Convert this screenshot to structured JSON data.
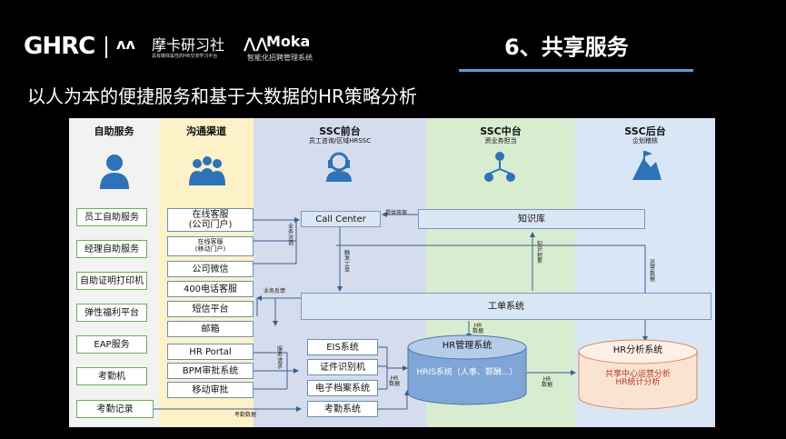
{
  "header": {
    "logo_ghrc": "GHRC",
    "mk_icon": "ʌʌ",
    "mk_name": "摩卡研习社",
    "mk_sub": "具有媒体属性的HR交流学习平台",
    "moka_icon": "⋀⋀",
    "moka_name": "Moka",
    "moka_sub": "智能化招聘管理系统",
    "section_title": "6、共享服务",
    "subtitle": "以人为本的便捷服务和基于大数据的HR策略分析"
  },
  "columns": {
    "self_service": {
      "title": "自助服务",
      "color": "#f2f2f2"
    },
    "channels": {
      "title": "沟通渠道",
      "color": "#fdf1c8"
    },
    "ssc_front": {
      "title": "SSC前台",
      "sub": "员工咨询/区域HRSSC",
      "color": "#d4dced"
    },
    "ssc_mid": {
      "title": "SSC中台",
      "sub": "资业务担当",
      "color": "#d8ecd0"
    },
    "ssc_back": {
      "title": "SSC后台",
      "sub": "企划稽核",
      "color": "#d8e6f6"
    }
  },
  "icons": {
    "self_service": "person-icon",
    "channels": "group-icon",
    "ssc_front": "headset-icon",
    "ssc_mid": "network-icon",
    "ssc_back": "climb-icon"
  },
  "self_items": [
    "员工自助服务",
    "经理自助服务",
    "自助证明打印机",
    "弹性福利平台",
    "EAP服务",
    "考勤机",
    "考勤记录"
  ],
  "channel_items": [
    "在线客服\n(公司门户)",
    "在线客服\n(移动门户)",
    "公司微信",
    "400电话客服",
    "短信平台",
    "邮箱",
    "HR Portal",
    "BPM审批系统",
    "移动审批"
  ],
  "systems": {
    "call_center": "Call Center",
    "knowledge_base": "知识库",
    "ticket_system": "工单系统",
    "eis": "EIS系统",
    "cert_recognition": "证件识别机",
    "e_archive": "电子档案系统",
    "attendance": "考勤系统",
    "hr_mgmt": "HR管理系统",
    "hris": "HRIS系统（人事、薪酬...）",
    "hr_analysis": "HR分析系统",
    "analysis_detail": "共享中心运营分析\nHR统计分析"
  },
  "labels": {
    "provide_answers": "提供答案",
    "business_consult": "业\n务\n咨\n询",
    "trigger_ticket": "触\n发\n工\n单",
    "knowledge_accum": "知\n识\n积\n累",
    "ops_data": "运\n营\n数\n据",
    "business_feedback": "业务反馈",
    "hr_data_1": "HR\n数据",
    "service_request": "服\n务\n请\n求",
    "hr_data_2": "HR\n数据",
    "hr_data_3": "HR\n数据",
    "attendance_data": "考勤数据"
  }
}
